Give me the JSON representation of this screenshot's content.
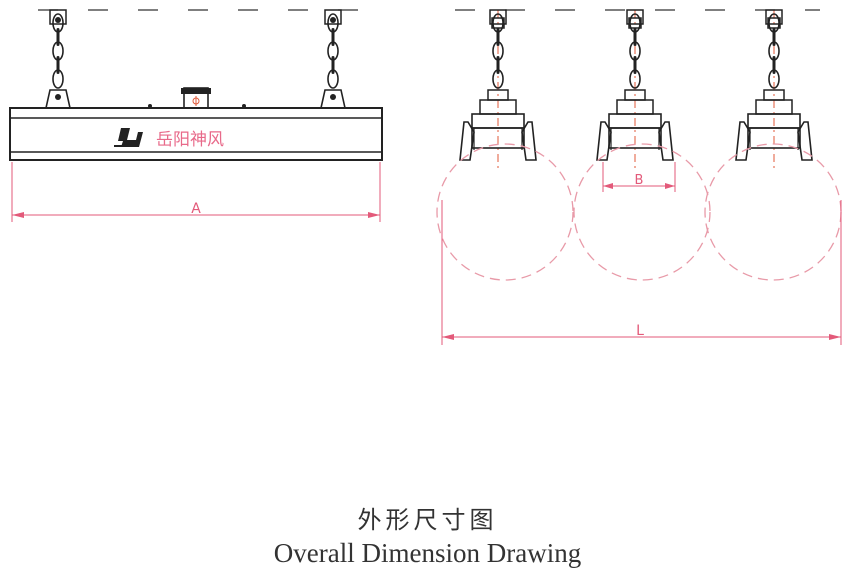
{
  "caption": {
    "chinese": "外形尺寸图",
    "english": "Overall Dimension Drawing"
  },
  "front_view": {
    "brand_text": "岳阳神风",
    "dimension_label": "A"
  },
  "side_view": {
    "dimension_b_label": "B",
    "dimension_l_label": "L"
  },
  "colors": {
    "line": "#222222",
    "dimension": "#e35a7a",
    "centerline": "#e05a3a",
    "brand": "#e86a8a",
    "dashed_circle": "#e89aa8"
  }
}
